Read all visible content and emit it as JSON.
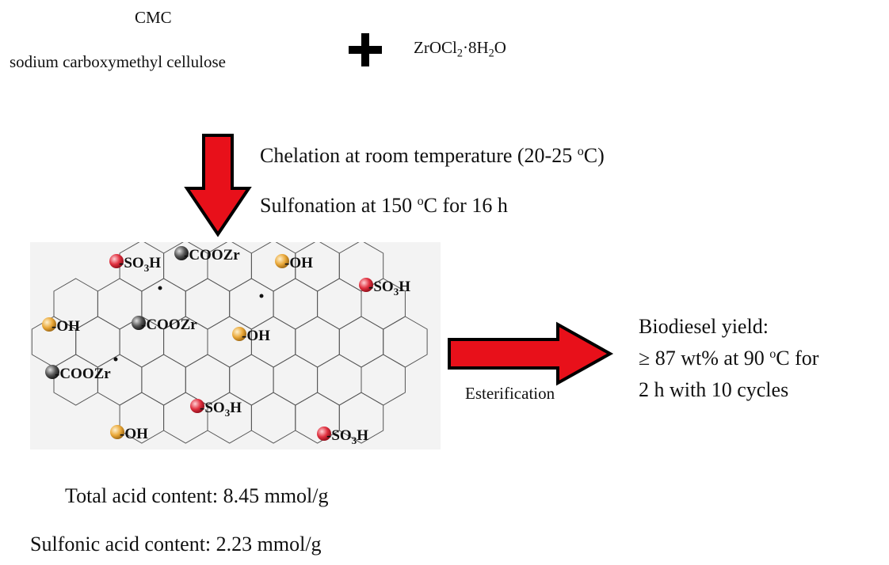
{
  "reactants": {
    "cmc_abbrev": "CMC",
    "cmc_name": "sodium carboxymethyl cellulose",
    "plus_symbol": "+",
    "zr_salt": {
      "a": "ZrOCl",
      "b": "2",
      "c": "·8H",
      "d": "2",
      "e": "O"
    }
  },
  "conditions": {
    "chelation": {
      "pre": "Chelation at room temperature (20-25 ",
      "deg": "o",
      "post": "C)"
    },
    "sulfonation": {
      "pre": "Sulfonation at 150 ",
      "deg": "o",
      "post": "C for 16 h"
    }
  },
  "functional_groups": {
    "sulfonic": {
      "main": "-SO",
      "sub": "3",
      "end": "H",
      "color": "#d9283a"
    },
    "carboxyl_zr": {
      "text": "-COOZr",
      "color": "#333333"
    },
    "hydroxyl": {
      "text": "-OH",
      "color": "#e6a637"
    }
  },
  "reaction": {
    "label": "Esterification"
  },
  "result": {
    "line1": "Biodiesel yield:",
    "line2": {
      "pre": "≥ 87 wt% at 90 ",
      "deg": "o",
      "post": "C for"
    },
    "line3": "2 h with 10 cycles"
  },
  "acidity": {
    "total": "Total acid content: 8.45 mmol/g",
    "sulfonic": "Sulfonic acid content: 2.23 mmol/g"
  },
  "colors": {
    "arrow_fill": "#e8101a",
    "arrow_stroke": "#000000",
    "panel_bg": "#f3f3f3",
    "lattice_stroke": "#555555"
  }
}
